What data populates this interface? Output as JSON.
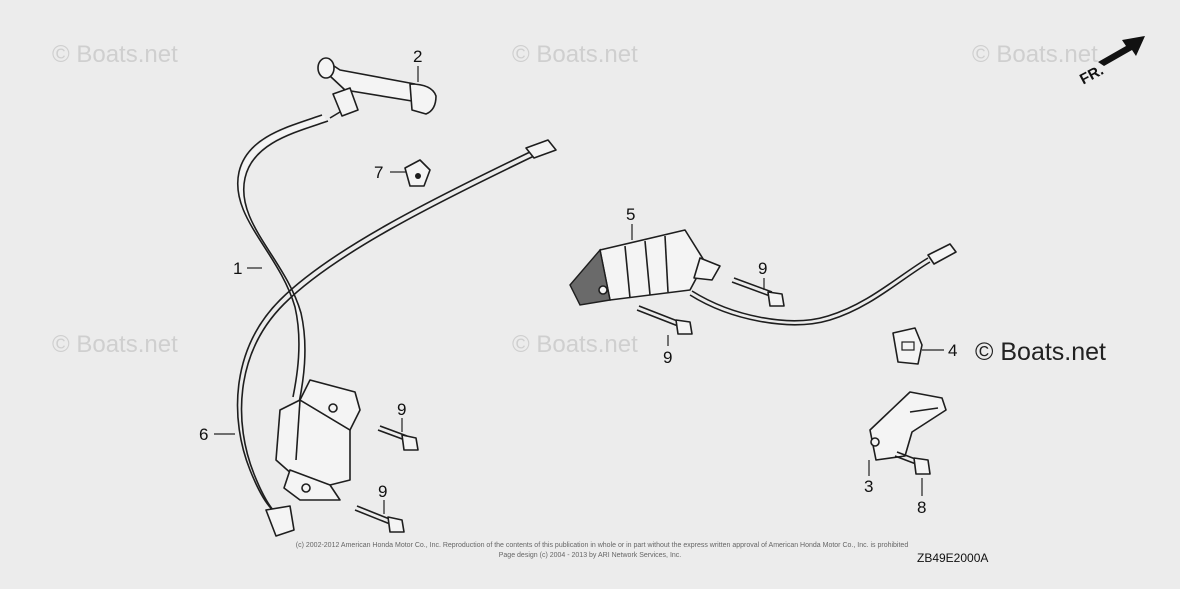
{
  "watermarks": [
    "© Boats.net",
    "© Boats.net",
    "© Boats.net",
    "© Boats.net",
    "© Boats.net"
  ],
  "brand_watermark": "© Boats.net",
  "direction_label": "FR.",
  "callouts": {
    "c1": "1",
    "c2": "2",
    "c3": "3",
    "c4": "4",
    "c5": "5",
    "c6": "6",
    "c7": "7",
    "c8": "8",
    "c9a": "9",
    "c9b": "9",
    "c9c": "9",
    "c9d": "9"
  },
  "copyright_line1": "(c) 2002-2012 American Honda Motor Co., Inc. Reproduction of the contents of this publication in whole or in part without the express written approval of American Honda Motor Co., Inc. is prohibited",
  "copyright_line2": "Page design (c) 2004 - 2013 by ARI Network Services, Inc.",
  "diagram_code": "ZB49E2000A",
  "icons": [
    "fr-arrow-icon"
  ]
}
